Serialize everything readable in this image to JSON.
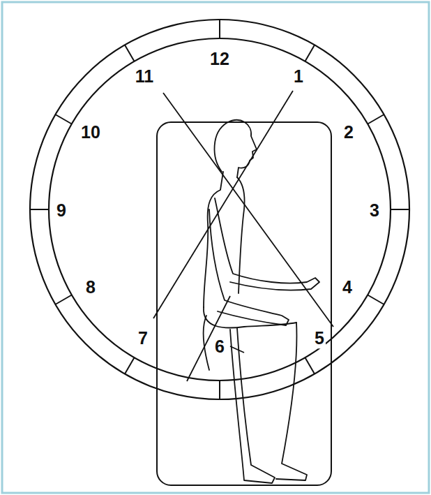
{
  "diagram": {
    "labels": [
      "12",
      "11",
      "1",
      "10",
      "2",
      "9",
      "3",
      "8",
      "4",
      "7",
      "5",
      "6"
    ]
  }
}
